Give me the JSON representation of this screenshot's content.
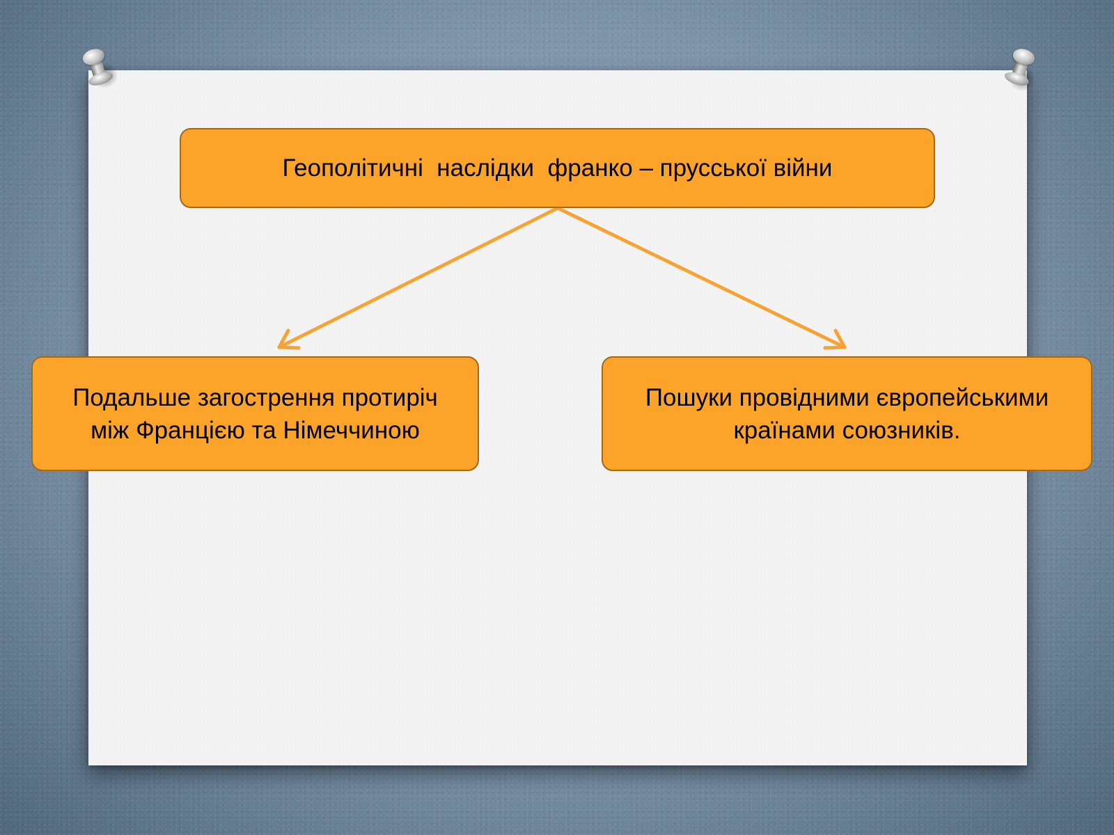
{
  "diagram": {
    "root": {
      "label": "Геополітичні  наслідки  франко – прусської війни"
    },
    "children": [
      {
        "label": "Подальше загострення протиріч між Францією та Німеччиною"
      },
      {
        "label": "Пошуки провідними європейськими країнами союзників."
      }
    ]
  },
  "colors": {
    "box_fill": "#fca32a",
    "box_border": "#9c6a21",
    "arrow": "#f7a234",
    "paper": "#f3f3f3",
    "background": "#7d93a8"
  }
}
